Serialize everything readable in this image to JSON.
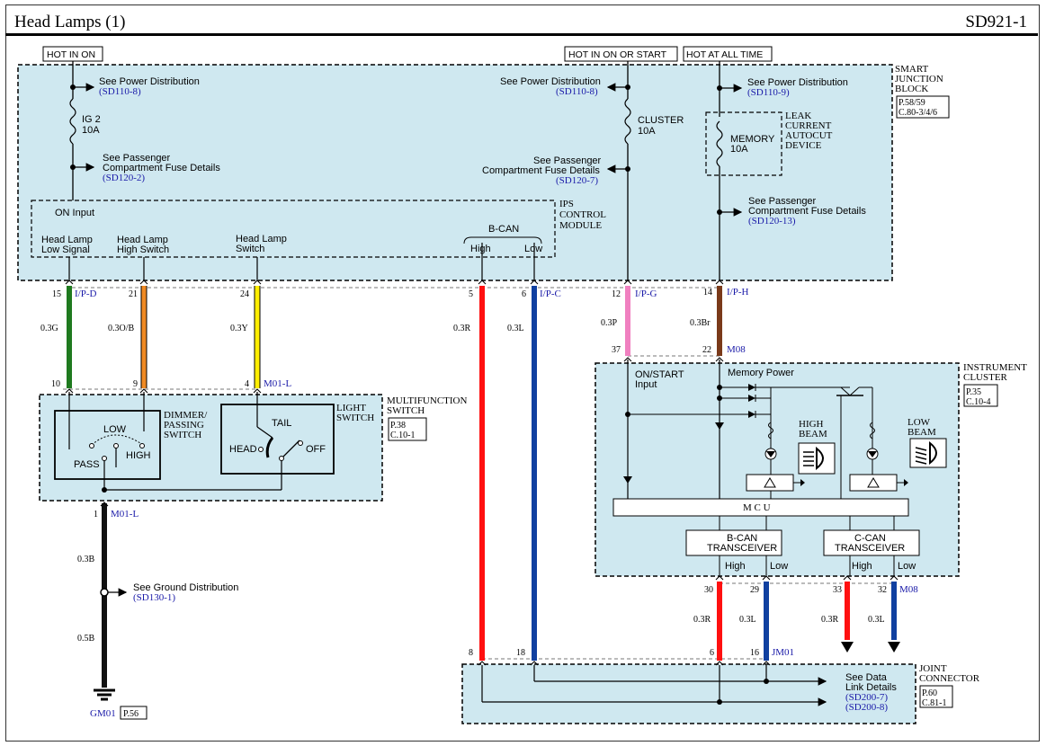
{
  "header": {
    "title": "Head Lamps (1)",
    "code": "SD921-1"
  },
  "supplies": {
    "hot_in_on": "HOT IN ON",
    "hot_in_on_or_start": "HOT IN ON OR START",
    "hot_at_all_time": "HOT AT ALL TIME"
  },
  "sjb": {
    "label": [
      "SMART",
      "JUNCTION",
      "BLOCK"
    ],
    "ref": [
      "P.58/59",
      "C.80-3/4/6"
    ],
    "see_power_left": "See Power Distribution",
    "see_power_left_ref": "(SD110-8)",
    "fuse_ig2": [
      "IG 2",
      "10A"
    ],
    "see_pass_left": [
      "See Passenger",
      "Compartment Fuse Details"
    ],
    "see_pass_left_ref": "(SD120-2)",
    "see_power_mid": "See Power Distribution",
    "see_power_mid_ref": "(SD110-8)",
    "fuse_cluster": [
      "CLUSTER",
      "10A"
    ],
    "see_pass_mid": [
      "See Passenger",
      "Compartment Fuse Details"
    ],
    "see_pass_mid_ref": "(SD120-7)",
    "see_power_right": "See Power Distribution",
    "see_power_right_ref": "(SD110-9)",
    "fuse_memory": [
      "MEMORY",
      "10A"
    ],
    "leak_label": [
      "LEAK",
      "CURRENT",
      "AUTOCUT",
      "DEVICE"
    ],
    "see_pass_right": [
      "See Passenger",
      "Compartment Fuse Details"
    ],
    "see_pass_right_ref": "(SD120-13)"
  },
  "ips": {
    "label": [
      "IPS",
      "CONTROL",
      "MODULE"
    ],
    "on_input": "ON Input",
    "low_signal": [
      "Head Lamp",
      "Low Signal"
    ],
    "high_switch": [
      "Head Lamp",
      "High Switch"
    ],
    "lamp_switch": [
      "Head Lamp",
      "Switch"
    ],
    "bcan": "B-CAN",
    "high": "High",
    "low": "Low"
  },
  "wires_top": [
    {
      "pin": "15",
      "conn": "I/P-D",
      "spec": "0.3G",
      "color": "#1f7a1f"
    },
    {
      "pin": "21",
      "conn": "",
      "spec": "0.3O/B",
      "color": "#f08a24"
    },
    {
      "pin": "24",
      "conn": "",
      "spec": "0.3Y",
      "color": "#ffee00"
    },
    {
      "pin": "5",
      "conn": "",
      "spec": "0.3R",
      "color": "#ff1010"
    },
    {
      "pin": "6",
      "conn": "I/P-C",
      "spec": "0.3L",
      "color": "#1040a0"
    },
    {
      "pin": "12",
      "conn": "I/P-G",
      "spec": "0.3P",
      "color": "#f080c0"
    },
    {
      "pin": "14",
      "conn": "I/P-H",
      "spec": "0.3Br",
      "color": "#7a3a1a"
    }
  ],
  "mfs": {
    "label": [
      "MULTIFUNCTION",
      "SWITCH"
    ],
    "ref": [
      "P.38",
      "C.10-1"
    ],
    "pins": [
      "10",
      "9",
      "4"
    ],
    "conn": "M01-L",
    "dimmer_label": [
      "DIMMER/",
      "PASSING",
      "SWITCH"
    ],
    "low": "LOW",
    "high": "HIGH",
    "pass": "PASS",
    "light_label": [
      "LIGHT",
      "SWITCH"
    ],
    "tail": "TAIL",
    "head": "HEAD",
    "off": "OFF"
  },
  "ground": {
    "pin": "1",
    "conn": "M01-L",
    "spec_top": "0.3B",
    "spec_bottom": "0.5B",
    "see": "See Ground Distribution",
    "see_ref": "(SD130-1)",
    "ground_id": "GM01",
    "ground_page": "P.56"
  },
  "cluster": {
    "label": [
      "INSTRUMENT",
      "CLUSTER"
    ],
    "ref": [
      "P.35",
      "C.10-4"
    ],
    "pins": [
      "37",
      "22"
    ],
    "conn": "M08",
    "on_start": [
      "ON/START",
      "Input"
    ],
    "memory_power": "Memory Power",
    "high_beam": [
      "HIGH",
      "BEAM"
    ],
    "low_beam": [
      "LOW",
      "BEAM"
    ],
    "mcu": "M C U",
    "bcan_tx": [
      "B-CAN",
      "TRANSCEIVER"
    ],
    "ccan_tx": [
      "C-CAN",
      "TRANSCEIVER"
    ],
    "high": "High",
    "low": "Low"
  },
  "wires_bottom": [
    {
      "pin": "30",
      "spec": "0.3R",
      "color": "#ff1010"
    },
    {
      "pin": "29",
      "spec": "0.3L",
      "color": "#1040a0"
    },
    {
      "pin": "33",
      "spec": "0.3R",
      "color": "#ff1010"
    },
    {
      "pin": "32",
      "spec": "0.3L",
      "color": "#1040a0",
      "conn": "M08"
    }
  ],
  "joint": {
    "label": [
      "JOINT",
      "CONNECTOR"
    ],
    "ref": [
      "P.60",
      "C.81-1"
    ],
    "pins": [
      "8",
      "18",
      "6",
      "16"
    ],
    "conn": "JM01",
    "see": [
      "See Data",
      "Link Details"
    ],
    "refs": [
      "(SD200-7)",
      "(SD200-8)"
    ]
  },
  "colors": {
    "box_fill": "#cfe8f0",
    "black_wire": "#111111"
  }
}
